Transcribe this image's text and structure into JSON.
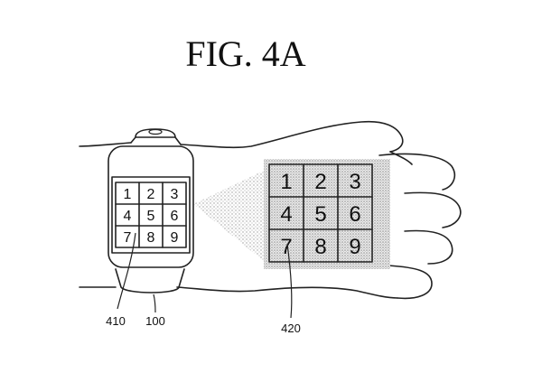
{
  "figure": {
    "title": "FIG.  4A"
  },
  "watch_keypad": {
    "keys": [
      "1",
      "2",
      "3",
      "4",
      "5",
      "6",
      "7",
      "8",
      "9"
    ]
  },
  "projected_keypad": {
    "keys": [
      "1",
      "2",
      "3",
      "4",
      "5",
      "6",
      "7",
      "8",
      "9"
    ]
  },
  "reference_labels": {
    "watch_screen": "410",
    "watch_device": "100",
    "projected_area": "420"
  },
  "colors": {
    "line": "#222222",
    "projection_shading": "#cfcfcf",
    "background": "#ffffff"
  }
}
